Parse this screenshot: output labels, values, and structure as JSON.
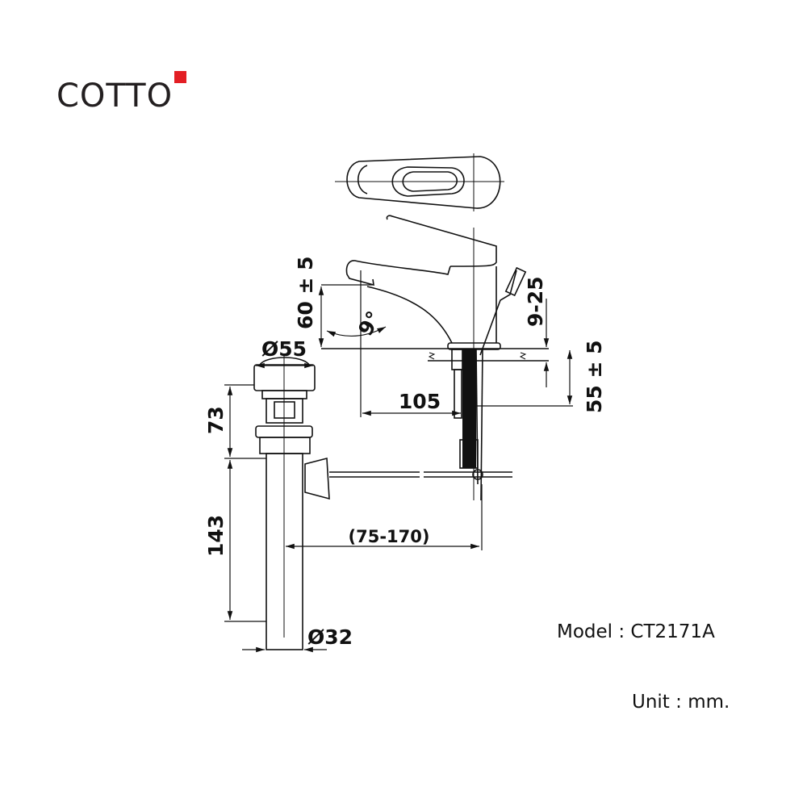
{
  "brand": {
    "name": "COTTO",
    "accent_color": "#e31e24"
  },
  "dimensions": {
    "spout_height": "60 ± 5",
    "spout_angle": "9°",
    "drain_diameter_top": "Ø55",
    "drain_body_height": "73",
    "drain_pipe_length": "143",
    "spout_reach": "105",
    "pop_up_range": "(75-170)",
    "deck_thickness": "9-25",
    "shank_length": "55 ± 5",
    "pipe_diameter": "Ø32"
  },
  "model": {
    "label": "Model : CT2171A"
  },
  "unit": {
    "label": "Unit : mm."
  }
}
